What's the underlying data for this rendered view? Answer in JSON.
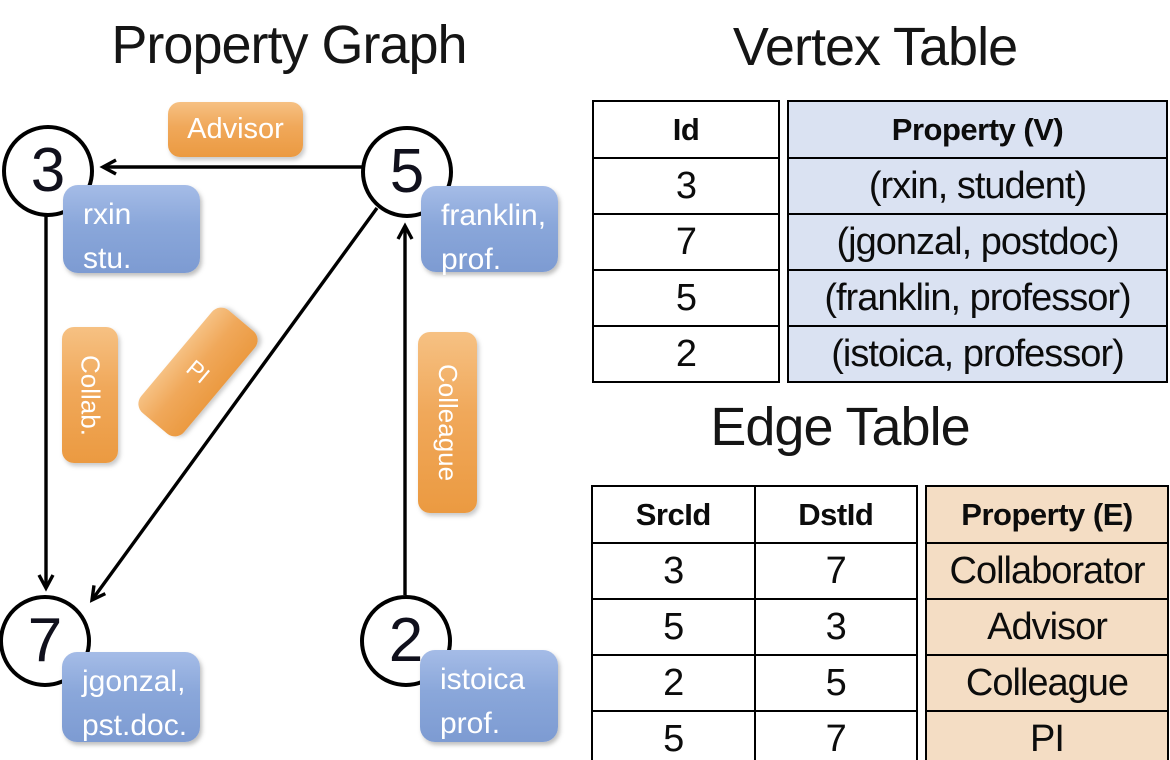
{
  "graph": {
    "title": "Property Graph",
    "nodes": {
      "n3": {
        "id": "3",
        "label_lines": [
          "rxin",
          "stu."
        ]
      },
      "n5": {
        "id": "5",
        "label_lines": [
          "franklin,",
          "prof."
        ]
      },
      "n7": {
        "id": "7",
        "label_lines": [
          "jgonzal,",
          "pst.doc."
        ]
      },
      "n2": {
        "id": "2",
        "label_lines": [
          "istoica",
          "prof."
        ]
      }
    },
    "edge_labels": {
      "advisor": "Advisor",
      "collab": "Collab.",
      "pi": "PI",
      "colleague": "Colleague"
    },
    "edges": [
      {
        "from": "5",
        "to": "3",
        "label": "Advisor"
      },
      {
        "from": "3",
        "to": "7",
        "label": "Collab."
      },
      {
        "from": "5",
        "to": "7",
        "label": "PI"
      },
      {
        "from": "2",
        "to": "5",
        "label": "Colleague"
      }
    ]
  },
  "vertex_table": {
    "title": "Vertex Table",
    "headers": {
      "id": "Id",
      "property": "Property (V)"
    },
    "rows": [
      {
        "id": "3",
        "property": "(rxin, student)"
      },
      {
        "id": "7",
        "property": "(jgonzal, postdoc)"
      },
      {
        "id": "5",
        "property": "(franklin, professor)"
      },
      {
        "id": "2",
        "property": "(istoica, professor)"
      }
    ]
  },
  "edge_table": {
    "title": "Edge Table",
    "headers": {
      "src": "SrcId",
      "dst": "DstId",
      "property": "Property (E)"
    },
    "rows": [
      {
        "src": "3",
        "dst": "7",
        "property": "Collaborator"
      },
      {
        "src": "5",
        "dst": "3",
        "property": "Advisor"
      },
      {
        "src": "2",
        "dst": "5",
        "property": "Colleague"
      },
      {
        "src": "5",
        "dst": "7",
        "property": "PI"
      }
    ]
  },
  "colors": {
    "edge_label_orange": "#f0a85a",
    "node_property_blue": "#8aa7da",
    "vertex_property_cell_bg": "#dae2f2",
    "edge_property_cell_bg": "#f4ddc4",
    "line_color": "#000000"
  }
}
